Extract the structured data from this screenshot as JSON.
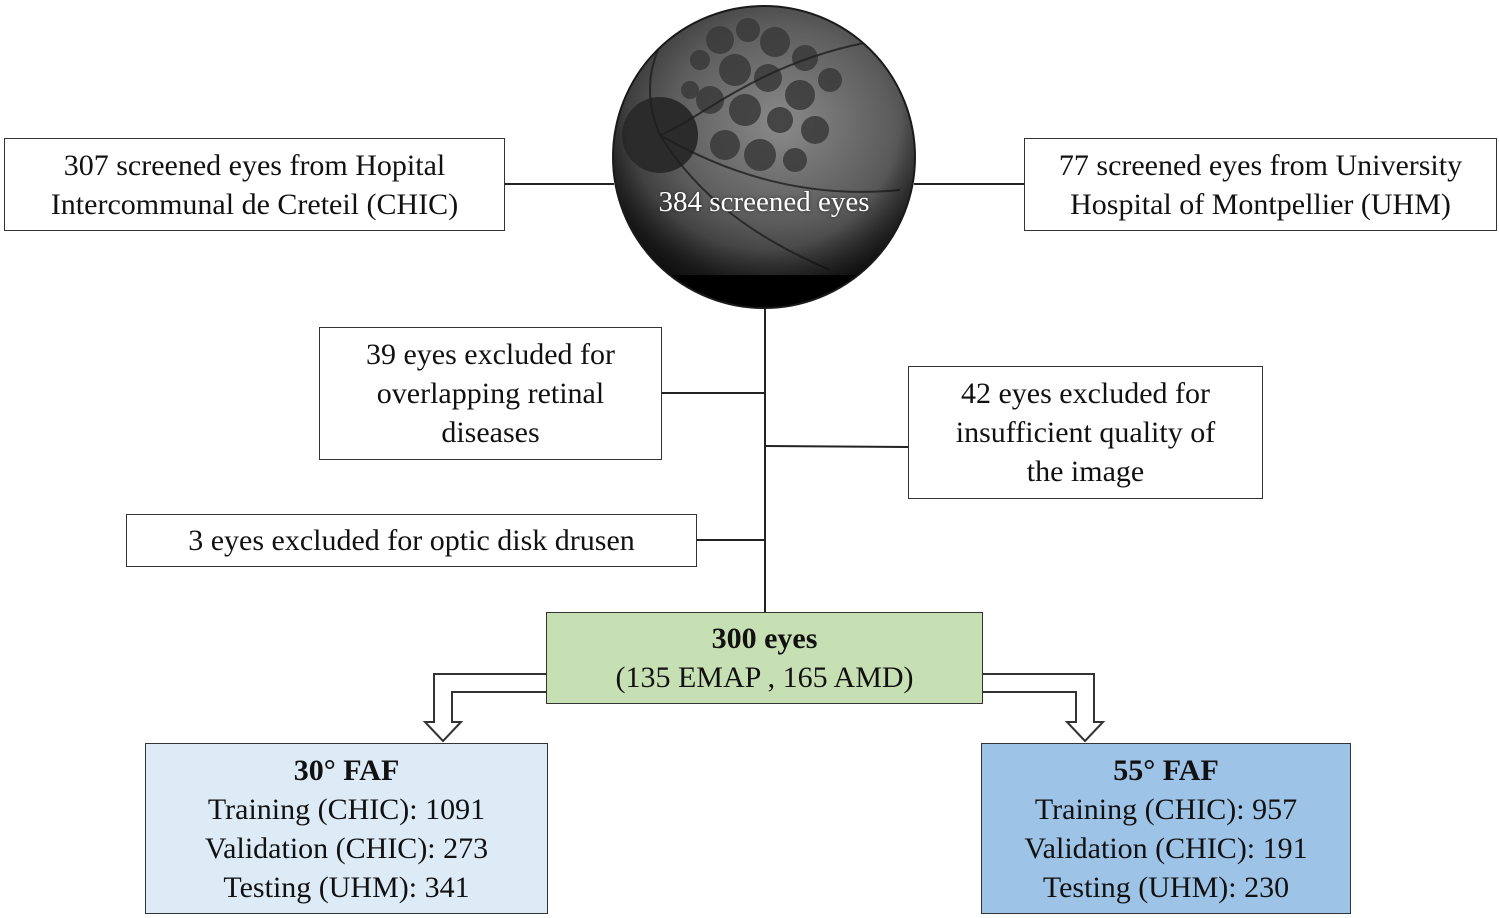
{
  "diagram": {
    "total_screened": "384 screened eyes",
    "source_left": {
      "lines": [
        "307 screened eyes from Hopital",
        "Intercommunal de Creteil (CHIC)"
      ]
    },
    "source_right": {
      "lines": [
        "77 screened eyes from University",
        "Hospital of Montpellier (UHM)"
      ]
    },
    "exclusions": [
      {
        "lines": [
          "39 eyes excluded for",
          "overlapping retinal",
          "diseases"
        ]
      },
      {
        "lines": [
          "42 eyes excluded for",
          "insufficient quality of",
          "the image"
        ]
      },
      {
        "lines": [
          "3 eyes excluded for optic disk drusen"
        ]
      }
    ],
    "final": {
      "title": "300 eyes",
      "detail": "(135 EMAP , 165 AMD)",
      "color": "#c6e0b4"
    },
    "faf30": {
      "title": "30° FAF",
      "lines": [
        "Training (CHIC): 1091",
        "Validation (CHIC): 273",
        "Testing (UHM): 341"
      ],
      "color": "#ddebf7"
    },
    "faf55": {
      "title": "55° FAF",
      "lines": [
        "Training (CHIC): 957",
        "Validation (CHIC): 191",
        "Testing (UHM): 230"
      ],
      "color": "#9dc3e6"
    },
    "fundus_image": "fundus-autofluorescence-image"
  }
}
